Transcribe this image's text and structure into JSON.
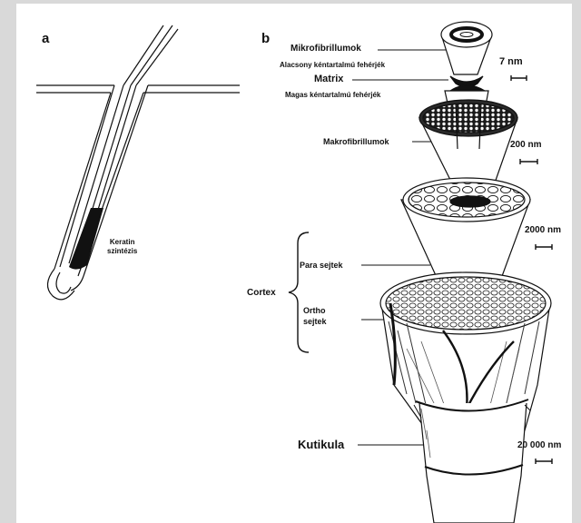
{
  "panel_a": {
    "letter": "a",
    "keratin_line1": "Keratin",
    "keratin_line2": "szintézis"
  },
  "panel_b": {
    "letter": "b",
    "mikrofibrillumok": "Mikrofibrillumok",
    "alacsony": "Alacsony kéntartalmú fehérjék",
    "matrix": "Matrix",
    "magas": "Magas kéntartalmú fehérjék",
    "makrofibrillumok": "Makrofibrillumok",
    "para_sejtek": "Para sejtek",
    "cortex": "Cortex",
    "ortho": "Ortho",
    "sejtek": "sejtek",
    "kutikula": "Kutikula"
  },
  "scales": [
    "7 nm",
    "200 nm",
    "2000 nm",
    "20 000 nm"
  ]
}
